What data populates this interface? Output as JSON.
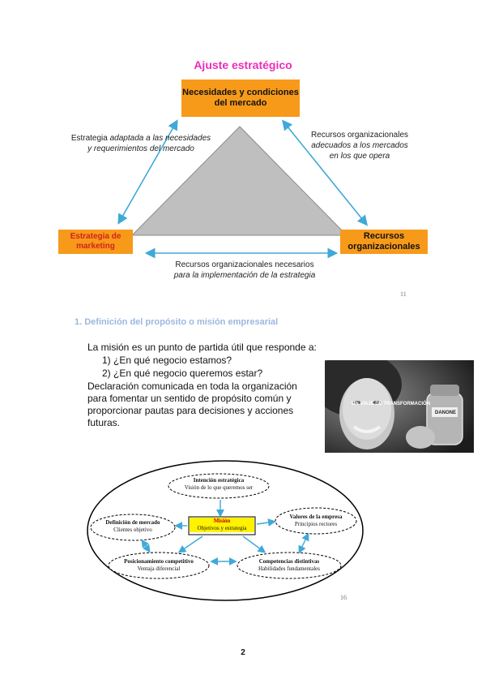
{
  "diagram1": {
    "title": "Ajuste estratégico",
    "top_box": "Necesidades y condiciones del mercado",
    "left_box": "Estrategia de marketing",
    "right_box": "Recursos organizacionales",
    "left_note_1": "Estrategia ",
    "left_note_1_italic": "adaptada a las necesidades y requerimientos del mercado",
    "right_note_1": "Recursos organizacionales ",
    "right_note_1_italic": "adecuados a los mercados en los que opera",
    "bottom_note": "Recursos organizacionales necesarios ",
    "bottom_note_italic": "para la implementación de la estrategia",
    "slide_number": "11",
    "colors": {
      "orange": "#f79a1a",
      "triangle": "#bfbfbf",
      "arrow": "#3fa9d8",
      "title": "#ee2cb8"
    }
  },
  "section": {
    "heading": "1.  Definición del propósito o misión empresarial",
    "intro": "La misión es un punto de partida útil que responde a:",
    "q1": "1)   ¿En qué negocio estamos?",
    "q2": "2)   ¿En qué negocio queremos estar?",
    "paragraph": "Declaración comunicada en toda la organización para fomentar un sentido de propósito común y proporcionar pautas para decisiones y acciones futuras."
  },
  "photo": {
    "overlay": "UN VIAJE DE TRANSFORMACIÓN",
    "brand": "DANONE"
  },
  "mission_diagram": {
    "center_title": "Misión",
    "center_sub": "Objetivos y estrategia",
    "top_title": "Intención estratégica",
    "top_sub": "Visión de lo que queremos ser",
    "left_title": "Definición de mercado",
    "left_sub": "Clientes objetivo",
    "right_title": "Valores de la empresa",
    "right_sub": "Principios rectores",
    "bl_title": "Posicionamiento competitivo",
    "bl_sub": "Ventaja diferencial",
    "br_title": "Competencias distintivas",
    "br_sub": "Habilidades fundamentales",
    "slide_number": "16"
  },
  "page_number": "2"
}
